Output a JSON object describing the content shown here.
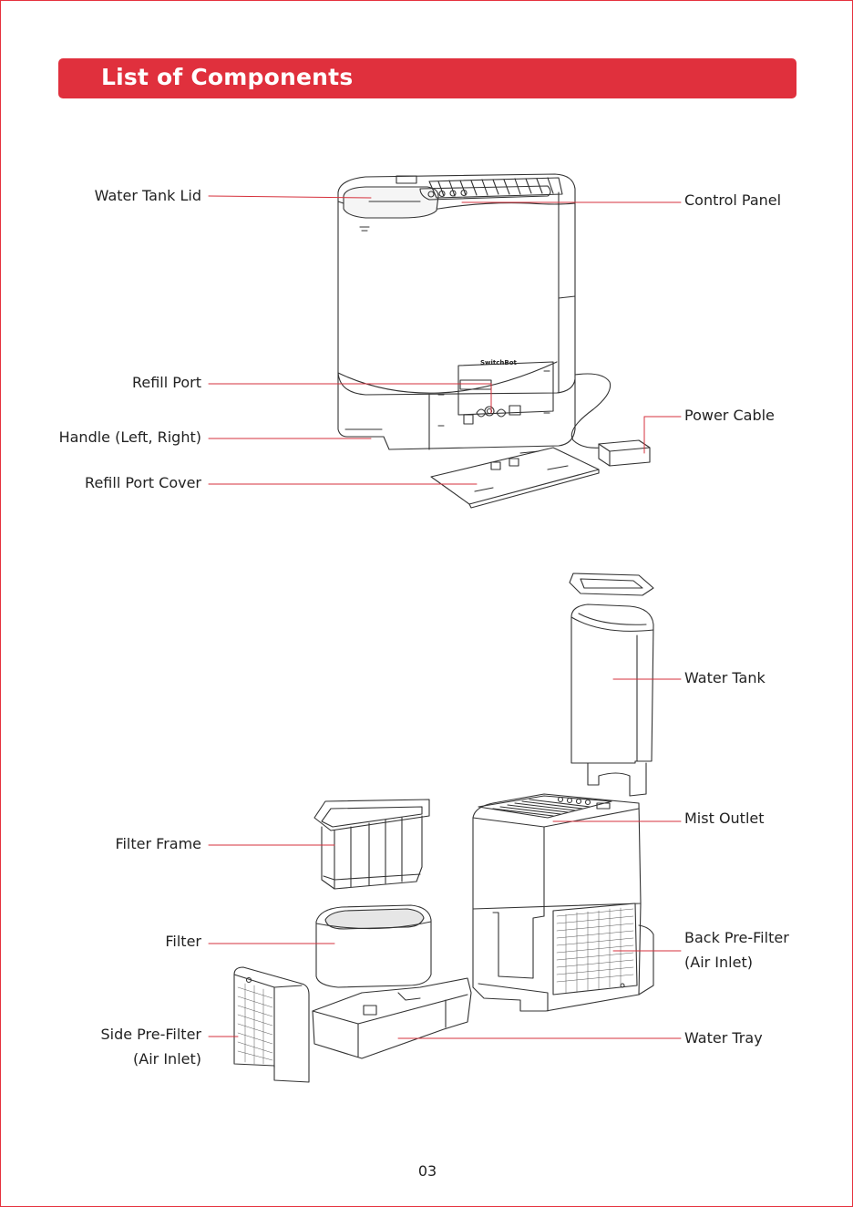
{
  "header": {
    "title": "List of Components"
  },
  "device": {
    "brand": "SwitchBot"
  },
  "labels": {
    "water_tank_lid": "Water Tank Lid",
    "control_panel": "Control Panel",
    "refill_port": "Refill Port",
    "handle": "Handle (Left, Right)",
    "power_cable": "Power Cable",
    "refill_port_cover": "Refill Port Cover",
    "water_tank": "Water Tank",
    "mist_outlet": "Mist Outlet",
    "filter_frame": "Filter Frame",
    "filter": "Filter",
    "back_prefilter_1": "Back Pre-Filter",
    "back_prefilter_2": "(Air Inlet)",
    "side_prefilter_1": "Side Pre-Filter",
    "side_prefilter_2": "(Air Inlet)",
    "water_tray": "Water Tray"
  },
  "footer": {
    "page_number": "03"
  },
  "colors": {
    "accent": "#e0303d",
    "leader_line": "#d6313c",
    "outline": "#333333"
  }
}
